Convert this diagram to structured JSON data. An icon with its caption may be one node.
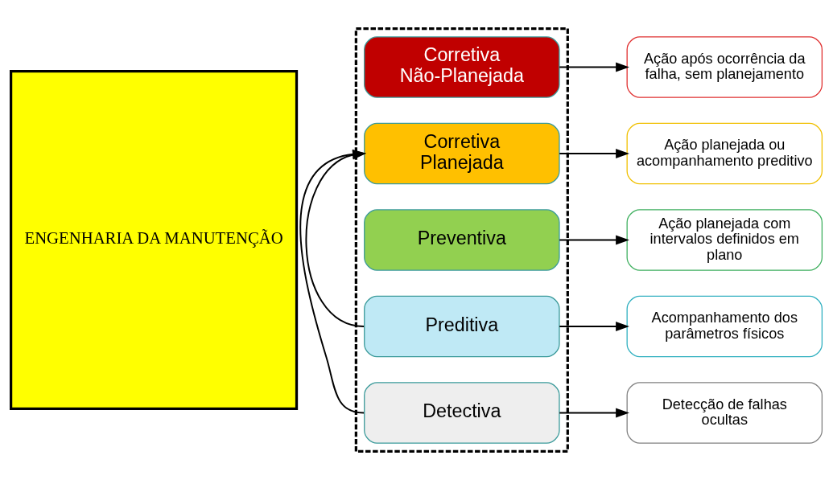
{
  "diagram": {
    "nodes": [
      {
        "text": [],
        "shape": "box"
      },
      {
        "text": [
          "ENGENHARIA DA MANUTENÇÃO"
        ]
      },
      {
        "text": [
          "Corretiva Não-Planejada"
        ],
        "in": 0
      },
      {
        "text": [
          "Corretiva Planejada"
        ],
        "in": 0
      },
      {
        "text": [
          "Preventiva"
        ],
        "in": 0
      },
      {
        "text": [
          "Preditiva"
        ],
        "in": 0
      },
      {
        "text": [
          "Detectiva"
        ],
        "in": 0
      },
      {
        "text": [
          "Ação após ocorrência da falha, sem planejamento"
        ]
      },
      {
        "text": [
          "Ação planejada ou acompanhamento preditivo"
        ]
      },
      {
        "text": [
          "Ação planejada com intervalos definidos em plano"
        ]
      },
      {
        "text": [
          "Acompanhamento dos parâmetros físicos"
        ]
      },
      {
        "text": [
          "Detecção de falhas ocultas"
        ]
      }
    ],
    "edges": [
      {
        "from": 2,
        "to": 7,
        "arrow": "to"
      },
      {
        "from": 3,
        "to": 8,
        "arrow": "to"
      },
      {
        "from": 4,
        "to": 9,
        "arrow": "to"
      },
      {
        "from": 5,
        "to": 10,
        "arrow": "to"
      },
      {
        "from": 6,
        "to": 11,
        "arrow": "to"
      },
      {
        "from": 5,
        "to": 3,
        "arrow": "to"
      },
      {
        "from": 6,
        "to": 3,
        "arrow": "to"
      }
    ]
  }
}
